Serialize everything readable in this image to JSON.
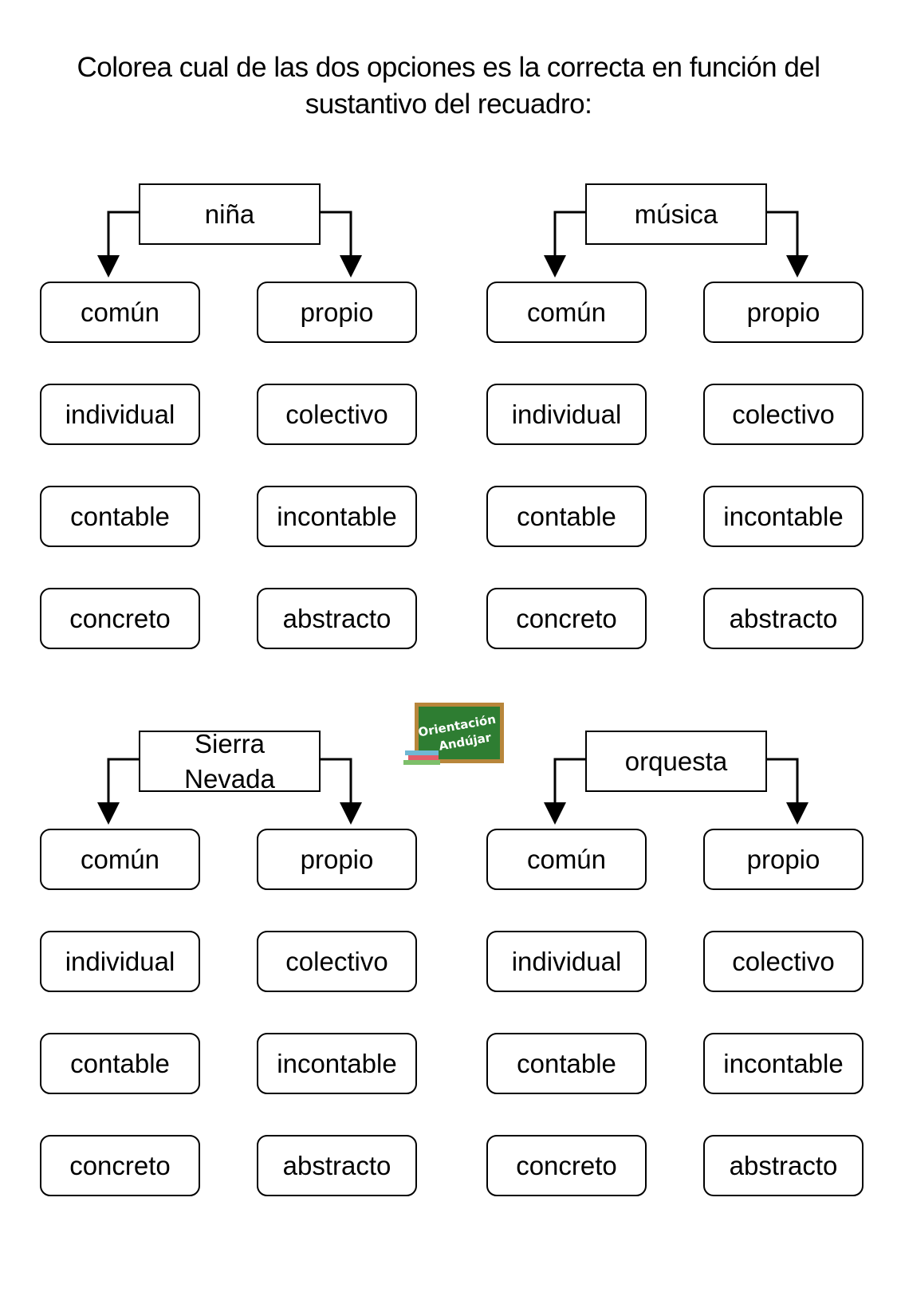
{
  "title": {
    "line1": "Colorea cual de las dos opciones es la correcta en función del",
    "line2": "sustantivo del recuadro:"
  },
  "groups": [
    {
      "noun_lines": [
        "niña"
      ],
      "options": [
        [
          "común",
          "propio"
        ],
        [
          "individual",
          "colectivo"
        ],
        [
          "contable",
          "incontable"
        ],
        [
          "concreto",
          "abstracto"
        ]
      ]
    },
    {
      "noun_lines": [
        "música"
      ],
      "options": [
        [
          "común",
          "propio"
        ],
        [
          "individual",
          "colectivo"
        ],
        [
          "contable",
          "incontable"
        ],
        [
          "concreto",
          "abstracto"
        ]
      ]
    },
    {
      "noun_lines": [
        "Sierra",
        "Nevada"
      ],
      "options": [
        [
          "común",
          "propio"
        ],
        [
          "individual",
          "colectivo"
        ],
        [
          "contable",
          "incontable"
        ],
        [
          "concreto",
          "abstracto"
        ]
      ]
    },
    {
      "noun_lines": [
        "orquesta"
      ],
      "options": [
        [
          "común",
          "propio"
        ],
        [
          "individual",
          "colectivo"
        ],
        [
          "contable",
          "incontable"
        ],
        [
          "concreto",
          "abstracto"
        ]
      ]
    }
  ],
  "logo": {
    "line1": "Orientación",
    "line2": "Andújar",
    "board_color": "#2e7d32",
    "frame_color": "#b8863b"
  }
}
